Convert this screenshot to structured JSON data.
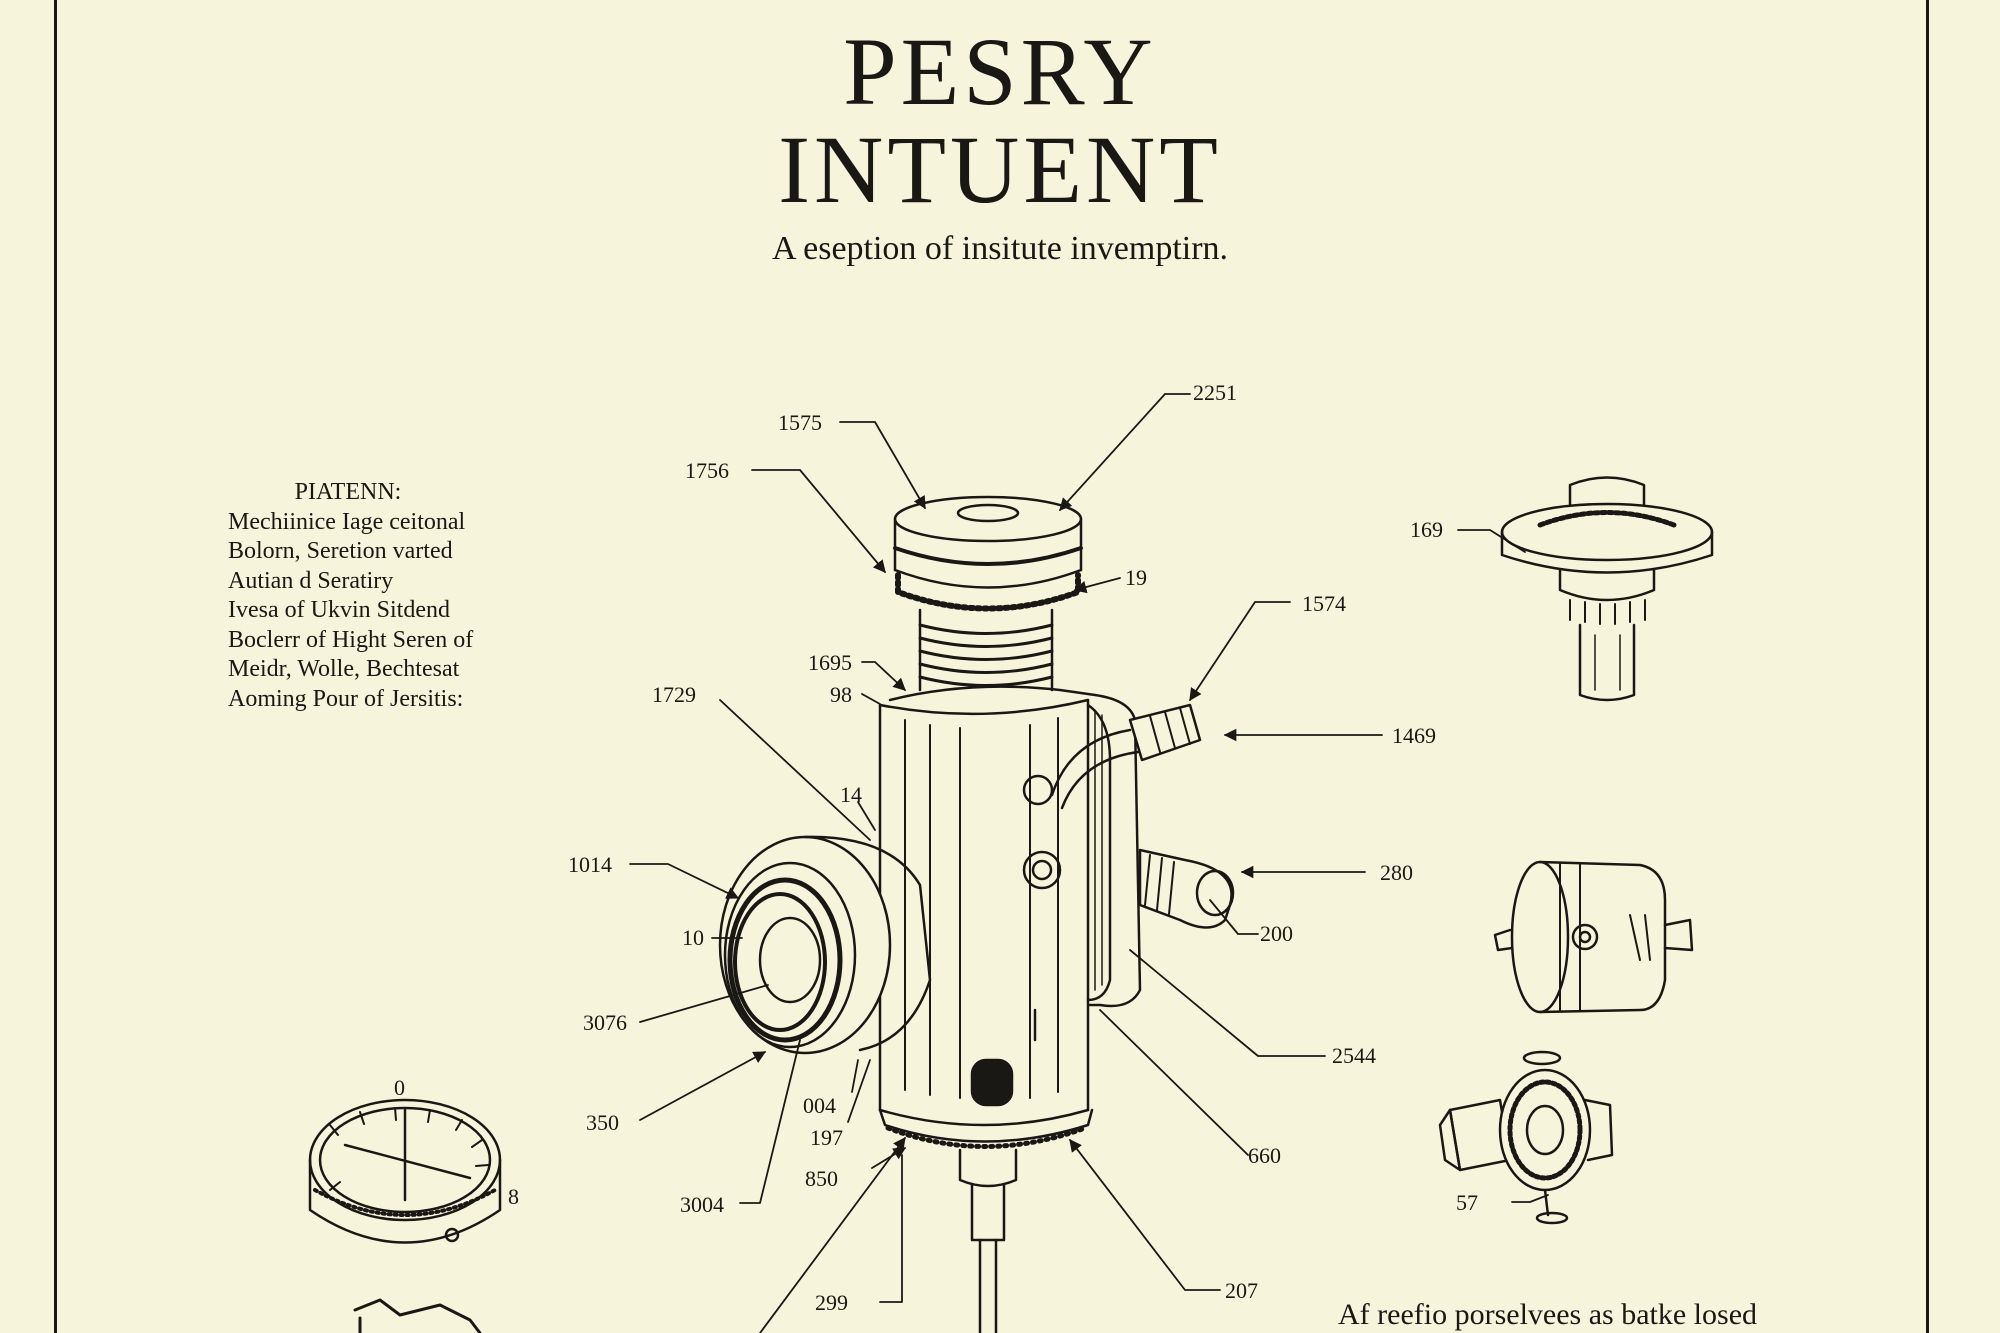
{
  "header": {
    "title_line1": "PESRY",
    "title_line2": "INTUENT",
    "subtitle": "A eseption of insitute invemptirn."
  },
  "legend": {
    "heading": "PIATENN:",
    "lines": [
      "Mechiinice Iage ceitonal",
      "Bolorn, Seretion varted",
      "Autian d Seratiry",
      "Ivesa of Ukvin Sitdend",
      "Boclerr of Hight Seren of",
      "Meidr, Wolle, Bechtesat",
      "Aoming Pour of Jersitis:"
    ]
  },
  "callouts": [
    "2251",
    "1575",
    "1756",
    "19",
    "1574",
    "1695",
    "98",
    "1729",
    "1469",
    "14",
    "1014",
    "280",
    "10",
    "200",
    "3076",
    "2544",
    "350",
    "004",
    "197",
    "850",
    "660",
    "3004",
    "299",
    "207",
    "169",
    "57"
  ],
  "dial_labels": [
    "0",
    "8"
  ],
  "footer": {
    "text": "Af reefio porselvees as batke losed"
  },
  "colors": {
    "paper": "#f7f4dc",
    "ink": "#1a1814"
  }
}
